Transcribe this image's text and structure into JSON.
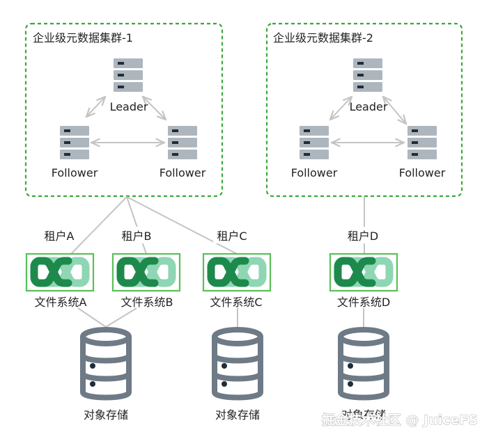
{
  "clusters": [
    {
      "title": "企业级元数据集群-1",
      "leader": "Leader",
      "follower_left": "Follower",
      "follower_right": "Follower"
    },
    {
      "title": "企业级元数据集群-2",
      "leader": "Leader",
      "follower_left": "Follower",
      "follower_right": "Follower"
    }
  ],
  "tenants": [
    {
      "label": "租户A",
      "fs": "文件系统A"
    },
    {
      "label": "租户B",
      "fs": "文件系统B"
    },
    {
      "label": "租户C",
      "fs": "文件系统C"
    },
    {
      "label": "租户D",
      "fs": "文件系统D"
    }
  ],
  "storage": [
    {
      "label": "对象存储"
    },
    {
      "label": "对象存储"
    },
    {
      "label": "对象存储"
    }
  ],
  "watermark": "掘金技术社区 @ JuiceFS",
  "colors": {
    "cluster_border": "#3aa93a",
    "connector": "#c4c4c4",
    "server_fill": "#aeb6bd",
    "server_slot": "#1f2d3a",
    "fs_frame": "#58c058",
    "logo_dark": "#1d8a4c",
    "logo_light": "#8fd6b4",
    "db_stroke": "#6e7a86",
    "db_fill": "#ffffff"
  }
}
